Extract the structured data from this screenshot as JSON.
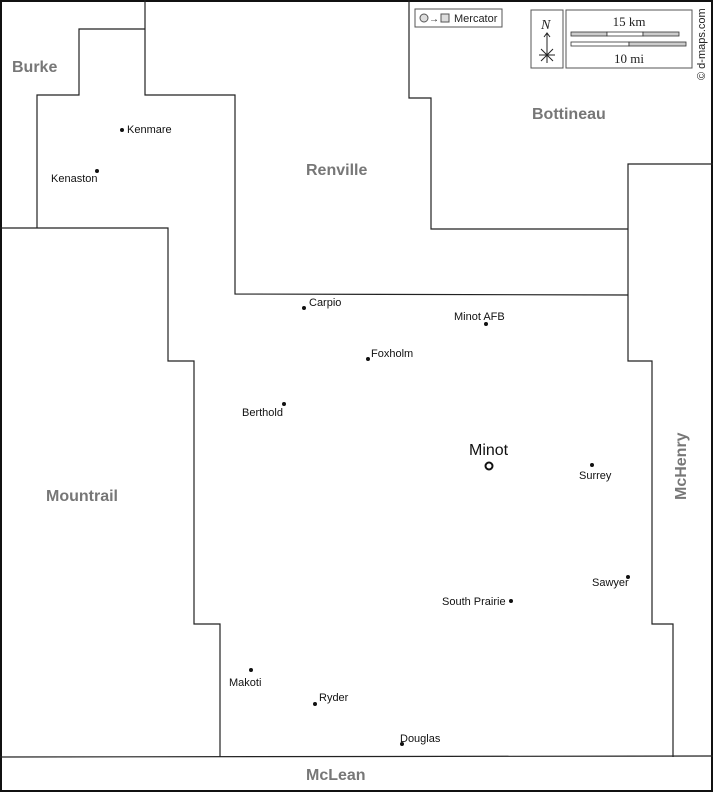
{
  "counties": {
    "burke": "Burke",
    "renville": "Renville",
    "bottineau": "Bottineau",
    "mountrail": "Mountrail",
    "mchenry": "McHenry",
    "mclean": "McLean"
  },
  "cities": {
    "kenmare": "Kenmare",
    "kenaston": "Kenaston",
    "carpio": "Carpio",
    "minot_afb": "Minot AFB",
    "foxholm": "Foxholm",
    "berthold": "Berthold",
    "minot": "Minot",
    "surrey": "Surrey",
    "sawyer": "Sawyer",
    "south_prairie": "South Prairie",
    "makoti": "Makoti",
    "ryder": "Ryder",
    "douglas": "Douglas"
  },
  "legend": {
    "projection": "Mercator",
    "north": "N",
    "scale_km": "15 km",
    "scale_mi": "10 mi",
    "credit": "© d-maps.com"
  }
}
